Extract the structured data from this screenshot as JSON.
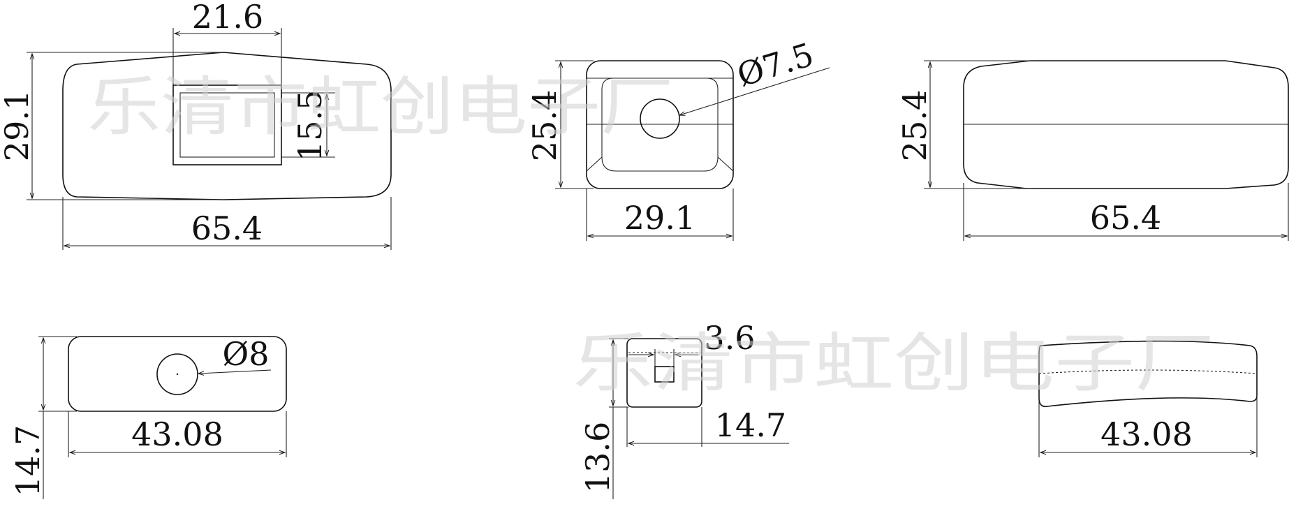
{
  "watermark": {
    "text": "乐清市虹创电子厂",
    "color": "#cccccc"
  },
  "views": {
    "top_left": {
      "width_label": "65.4",
      "height_label": "29.1",
      "window_width_label": "21.6",
      "window_height_label": "15.5"
    },
    "top_middle": {
      "width_label": "29.1",
      "height_label": "25.4",
      "hole_label": "Ø7.5"
    },
    "top_right": {
      "width_label": "65.4",
      "height_label": "25.4"
    },
    "bottom_left": {
      "width_label": "43.08",
      "height_label": "14.7",
      "hole_label": "Ø8"
    },
    "bottom_middle": {
      "square_label": "3.6",
      "width_label": "14.7",
      "height_label": "13.6"
    },
    "bottom_right": {
      "width_label": "43.08"
    }
  }
}
